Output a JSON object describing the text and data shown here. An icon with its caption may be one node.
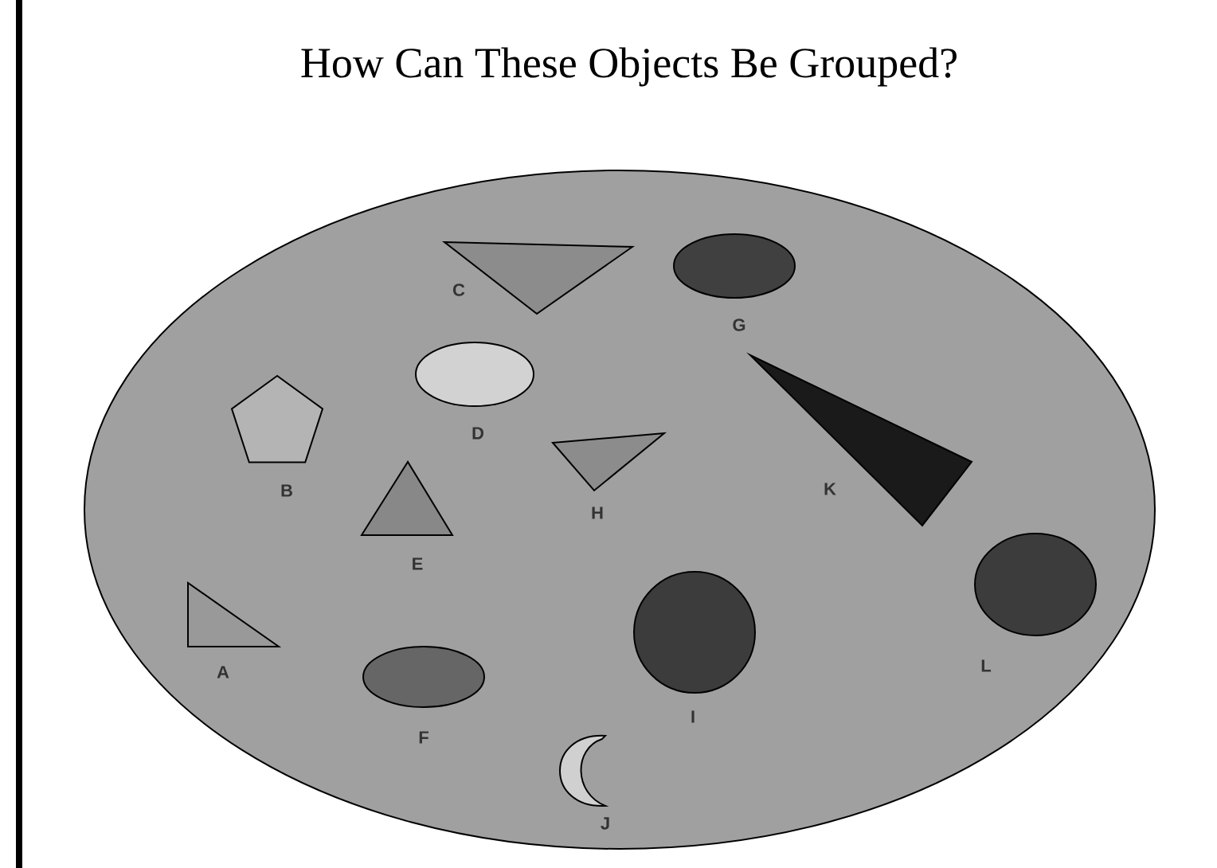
{
  "diagram": {
    "title": "How Can These Objects Be Grouped?",
    "nodes": [
      {
        "text": [],
        "shape": "ellipse"
      },
      {
        "text": [],
        "shape": "triangle",
        "beside": [
          "C"
        ],
        "in": 0
      },
      {
        "text": [],
        "shape": "ellipse",
        "beside": [
          "G"
        ],
        "in": 0
      },
      {
        "text": [],
        "shape": "ellipse",
        "beside": [
          "D"
        ],
        "in": 0
      },
      {
        "text": [],
        "shape": "triangle",
        "beside": [
          "K"
        ],
        "in": 0
      },
      {
        "text": [],
        "shape": "pentagon",
        "beside": [
          "B"
        ],
        "in": 0
      },
      {
        "text": [],
        "shape": "triangle",
        "beside": [
          "H"
        ],
        "in": 0
      },
      {
        "text": [],
        "shape": "triangle",
        "beside": [
          "E"
        ],
        "in": 0
      },
      {
        "text": [],
        "shape": "circle",
        "beside": [
          "L"
        ],
        "in": 0
      },
      {
        "text": [],
        "shape": "circle",
        "beside": [
          "I"
        ],
        "in": 0
      },
      {
        "text": [],
        "shape": "triangle",
        "beside": [
          "A"
        ],
        "in": 0
      },
      {
        "text": [],
        "shape": "ellipse",
        "beside": [
          "F"
        ],
        "in": 0
      },
      {
        "text": [],
        "shape": "crescent",
        "beside": [
          "J"
        ],
        "in": 0
      }
    ]
  }
}
